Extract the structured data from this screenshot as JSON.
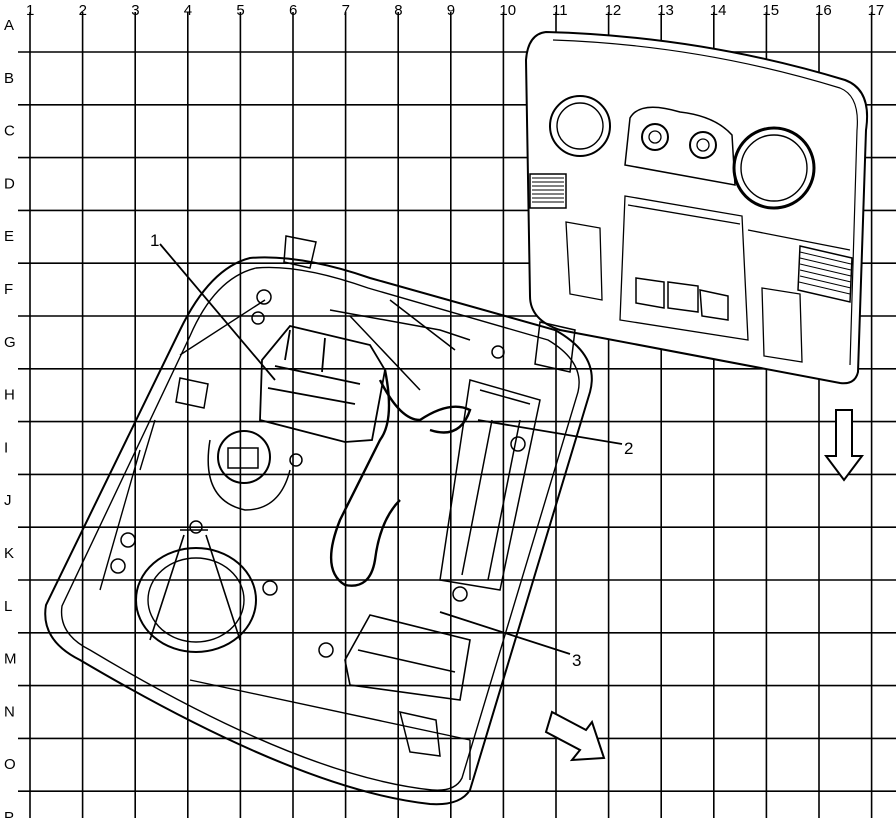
{
  "grid": {
    "columns": [
      "1",
      "2",
      "3",
      "4",
      "5",
      "6",
      "7",
      "8",
      "9",
      "10",
      "11",
      "12",
      "13",
      "14",
      "15",
      "16",
      "17"
    ],
    "rows": [
      "A",
      "B",
      "C",
      "D",
      "E",
      "F",
      "G",
      "H",
      "I",
      "J",
      "K",
      "L",
      "M",
      "N",
      "O",
      "P"
    ]
  },
  "callouts": [
    {
      "id": "1",
      "label": "1"
    },
    {
      "id": "2",
      "label": "2"
    },
    {
      "id": "3",
      "label": "3"
    }
  ],
  "colors": {
    "line": "#000000",
    "background": "#ffffff"
  }
}
